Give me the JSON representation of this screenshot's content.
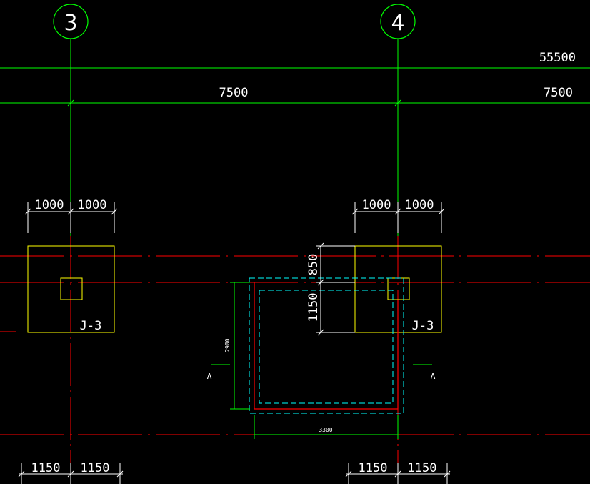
{
  "drawing": {
    "colors": {
      "background": "#000000",
      "grid_line": "#00ff00",
      "axis_red": "#ff0000",
      "footing_outline": "#ffff00",
      "pit_dashed": "#00ffff",
      "dimension": "#ffffff",
      "tick": "#ffffff"
    },
    "axes": [
      {
        "label": "3"
      },
      {
        "label": "4"
      }
    ],
    "overall_dims": {
      "total": "55500",
      "bay_left": "7500",
      "bay_right": "7500"
    },
    "footings": [
      {
        "label": "J-3",
        "dim_left": "1000",
        "dim_right": "1000",
        "bottom_left": "1150",
        "bottom_right": "1150"
      },
      {
        "label": "J-3",
        "dim_left": "1000",
        "dim_right": "1000",
        "bottom_left": "1150",
        "bottom_right": "1150"
      }
    ],
    "pit": {
      "height_dim": "2900",
      "width_dim": "3300",
      "top_dim": "850",
      "mid_dim": "1150",
      "section_left": "A",
      "section_right": "A"
    }
  }
}
